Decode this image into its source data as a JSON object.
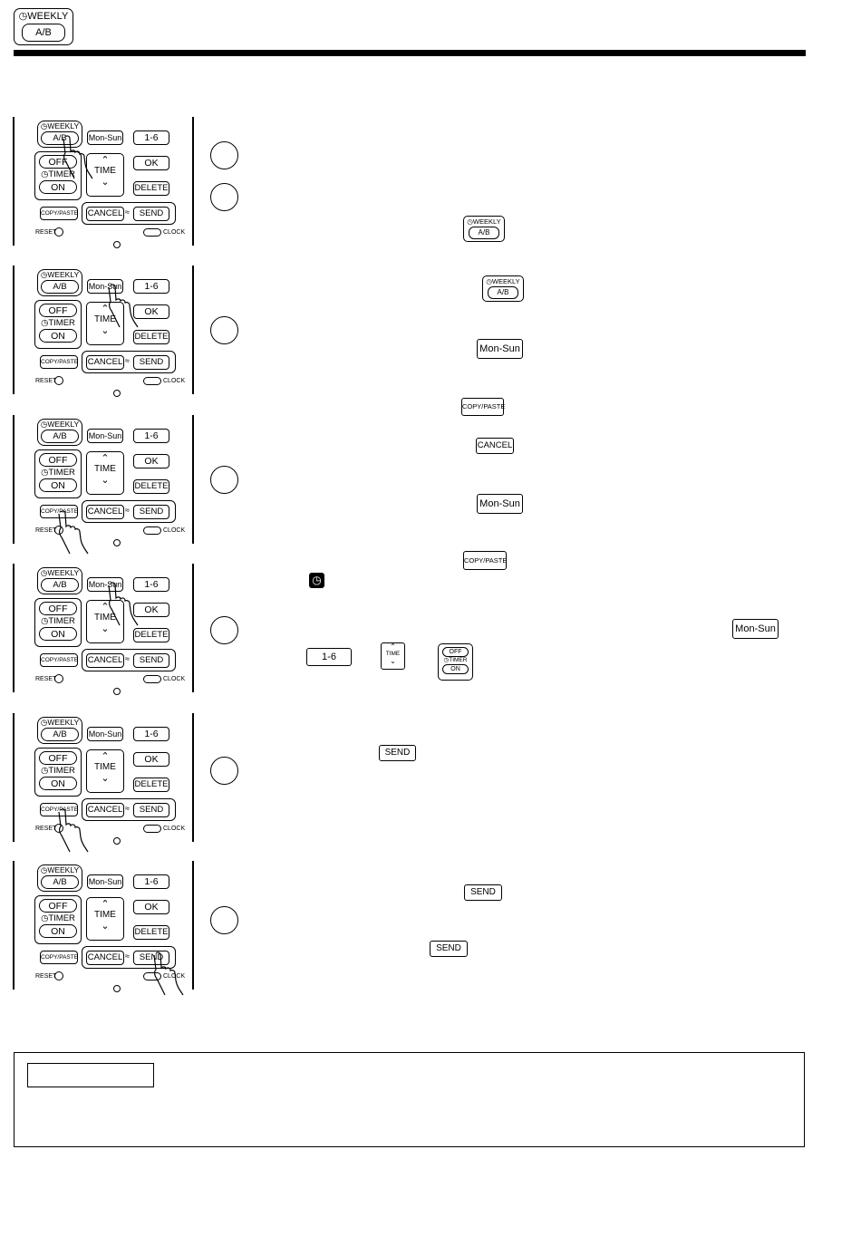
{
  "header": {
    "logo_weekly": "WEEKLY",
    "logo_ab": "A/B"
  },
  "remote": {
    "weekly": "WEEKLY",
    "ab": "A/B",
    "mon_sun": "Mon-Sun",
    "one_six": "1-6",
    "off": "OFF",
    "timer": "TIMER",
    "on": "ON",
    "time": "TIME",
    "ok": "OK",
    "delete": "DELETE",
    "copy_paste": "COPY/PASTE",
    "cancel": "CANCEL",
    "send": "SEND",
    "reset": "RESET",
    "clock": "CLOCK"
  },
  "icons": {
    "weekly": "WEEKLY",
    "ab": "A/B",
    "mon_sun": "Mon-Sun",
    "copy_paste": "COPY/PASTE",
    "cancel": "CANCEL",
    "one_six": "1-6",
    "time": "TIME",
    "off": "OFF",
    "timer": "TIMER",
    "on": "ON",
    "send": "SEND"
  }
}
